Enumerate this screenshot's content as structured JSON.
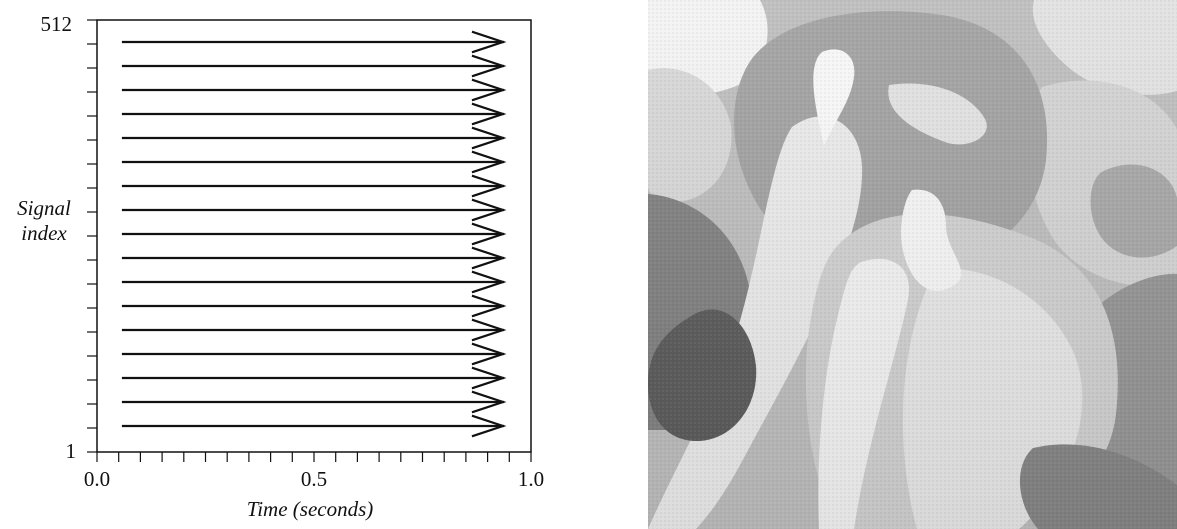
{
  "diagram": {
    "y_axis_title_line1": "Signal",
    "y_axis_title_line2": "index",
    "x_axis_title": "Time (seconds)",
    "y_ticks": [
      "512",
      "1"
    ],
    "x_ticks": [
      "0.0",
      "0.5",
      "1.0"
    ],
    "scan_arrow_count": 17,
    "y_range": [
      1,
      512
    ],
    "x_range": [
      0.0,
      1.0
    ],
    "arrow_time_span": [
      0.06,
      0.93
    ],
    "arrow_direction": "left-to-right"
  },
  "photo": {
    "subject": "grayscale halftone photograph of bell peppers and chili peppers",
    "tone": "grayscale"
  }
}
